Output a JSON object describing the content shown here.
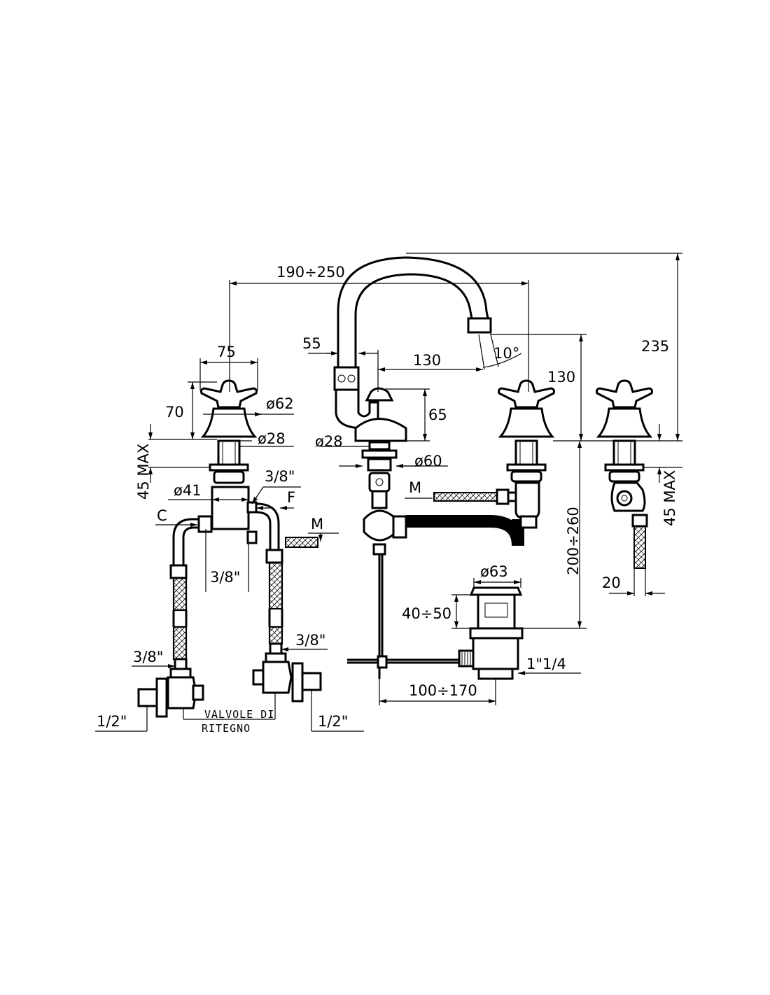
{
  "labels": {
    "spout_reach": "190÷250",
    "total_height": "235",
    "handle_span": "75",
    "handle_height": "70",
    "handle_diameter": "ø62",
    "base_diameter_left": "ø28",
    "max_thickness_left": "45 MAX",
    "body_diameter": "ø41",
    "connector_top": "3/8\"",
    "connector_f": "F",
    "connector_c": "C",
    "connector_m_left": "M",
    "connector_bottom": "3/8\"",
    "spout_offset": "55",
    "spout_projection": "130",
    "spout_angle": "10°",
    "lever_height": "65",
    "base_diameter_center": "ø28",
    "flange_diameter": "ø60",
    "connector_m_center": "M",
    "right_handle_height": "130",
    "deck_range": "200÷260",
    "max_thickness_right": "45 MAX",
    "hose_offset": "20",
    "waste_diameter": "ø63",
    "waste_range": "40÷50",
    "waste_thread": "1\"1/4",
    "rod_range": "100÷170",
    "valve_left_top": "3/8\"",
    "valve_left_bottom": "1/2\"",
    "valve_right_top": "3/8\"",
    "valve_right_bottom": "1/2\"",
    "valve_caption_1": "VALVOLE DI",
    "valve_caption_2": "RITEGNO"
  }
}
